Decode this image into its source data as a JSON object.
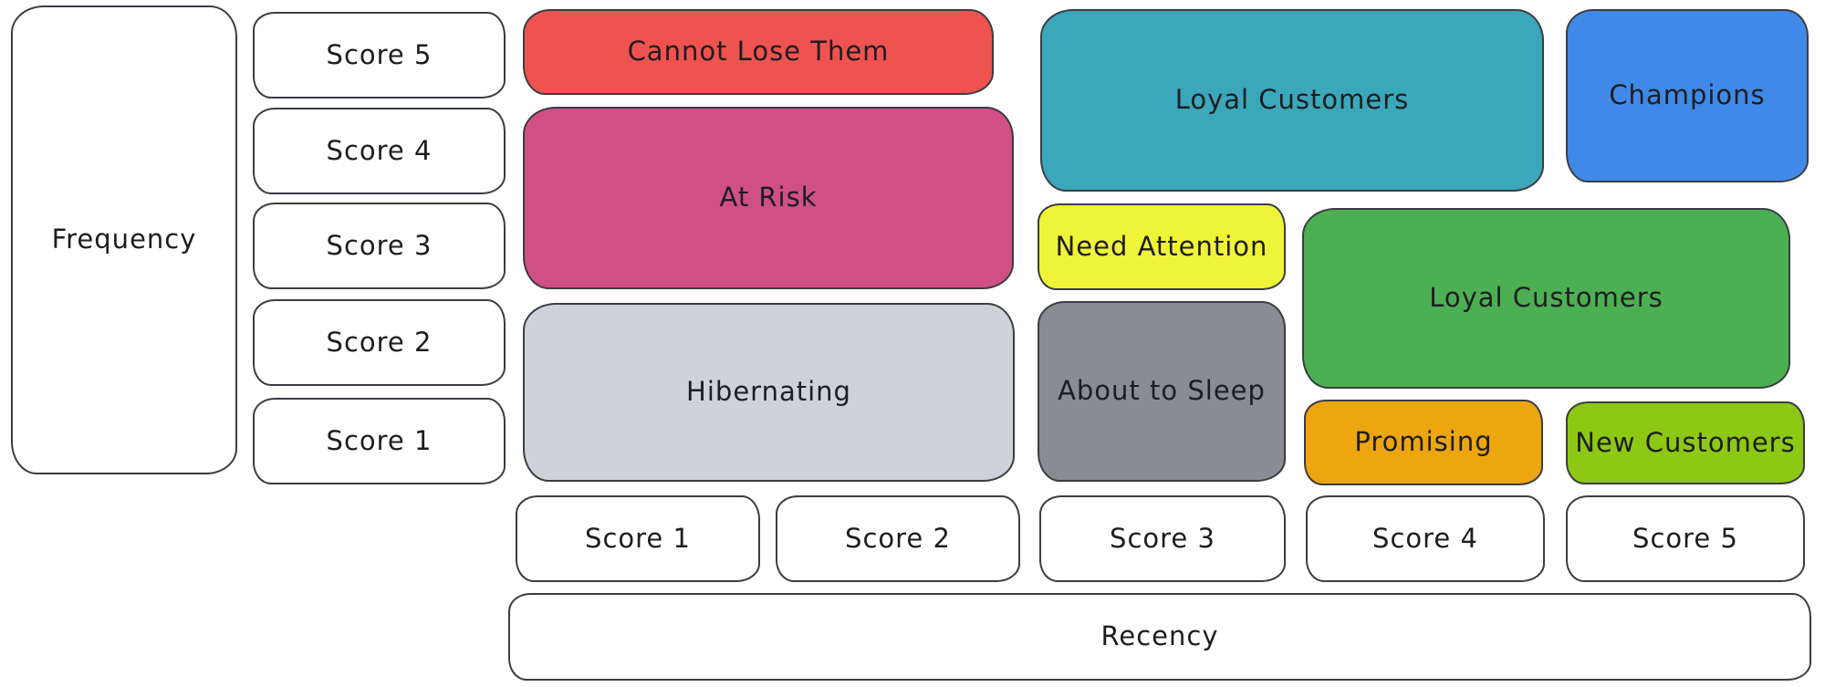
{
  "axes": {
    "frequency": {
      "label": "Frequency",
      "scores": [
        "Score 5",
        "Score 4",
        "Score 3",
        "Score 2",
        "Score 1"
      ]
    },
    "recency": {
      "label": "Recency",
      "scores": [
        "Score 1",
        "Score 2",
        "Score 3",
        "Score 4",
        "Score 5"
      ]
    }
  },
  "segments": [
    {
      "id": "cannot-lose-them",
      "label": "Cannot Lose Them",
      "color": "#ef5350"
    },
    {
      "id": "at-risk",
      "label": "At Risk",
      "color": "#d04f87"
    },
    {
      "id": "hibernating",
      "label": "Hibernating",
      "color": "#ced3da"
    },
    {
      "id": "loyal-customers-top",
      "label": "Loyal Customers",
      "color": "#3ba7ba"
    },
    {
      "id": "champions",
      "label": "Champions",
      "color": "#4189e8"
    },
    {
      "id": "need-attention",
      "label": "Need Attention",
      "color": "#f0f438"
    },
    {
      "id": "loyal-customers-mid",
      "label": "Loyal Customers",
      "color": "#4cb052"
    },
    {
      "id": "about-to-sleep",
      "label": "About to Sleep",
      "color": "#898d93"
    },
    {
      "id": "promising",
      "label": "Promising",
      "color": "#eda510"
    },
    {
      "id": "new-customers",
      "label": "New Customers",
      "color": "#8dc815"
    }
  ],
  "style": {
    "stroke": "#3a3d42",
    "text": "#1d1d21",
    "background": "#ffffff"
  }
}
